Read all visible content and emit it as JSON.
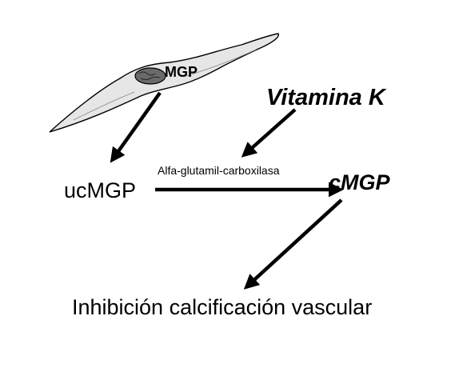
{
  "diagram": {
    "cell_label": "MGP",
    "cofactor": "Vitamina K",
    "enzyme": "Alfa-glutamil-carboxilasa",
    "inactive_form": "ucMGP",
    "active_form": "cMGP",
    "outcome": "Inhibición calcificación vascular"
  },
  "colors": {
    "ink": "#000000",
    "cell_fill": "#e6e6e6",
    "nucleus_fill": "#6a6a6a",
    "background": "#ffffff"
  },
  "icons": {
    "cell": "smooth-muscle-cell-icon",
    "nucleus": "nucleus-icon"
  }
}
